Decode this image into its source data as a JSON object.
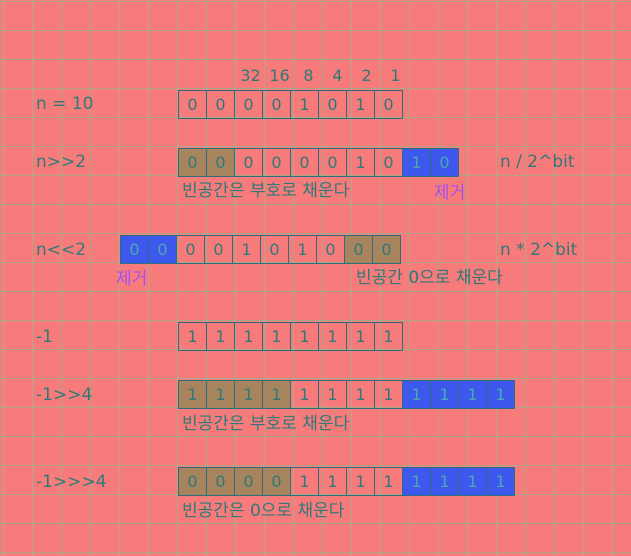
{
  "header_weights": [
    "32",
    "16",
    "8",
    "4",
    "2",
    "1"
  ],
  "rows": [
    {
      "label": "n = 10",
      "cells": [
        "0",
        "0",
        "0",
        "0",
        "1",
        "0",
        "1",
        "0"
      ]
    },
    {
      "label": "n>>2",
      "cells": [
        "0",
        "0",
        "0",
        "0",
        "0",
        "0",
        "1",
        "0",
        "1",
        "0"
      ]
    },
    {
      "label": "n<<2",
      "cells": [
        "0",
        "0",
        "0",
        "0",
        "1",
        "0",
        "1",
        "0",
        "0",
        "0"
      ]
    },
    {
      "label": "-1",
      "cells": [
        "1",
        "1",
        "1",
        "1",
        "1",
        "1",
        "1",
        "1"
      ]
    },
    {
      "label": "-1>>4",
      "cells": [
        "1",
        "1",
        "1",
        "1",
        "1",
        "1",
        "1",
        "1",
        "1",
        "1",
        "1",
        "1"
      ]
    },
    {
      "label": "-1>>>4",
      "cells": [
        "0",
        "0",
        "0",
        "0",
        "1",
        "1",
        "1",
        "1",
        "1",
        "1",
        "1",
        "1"
      ]
    }
  ],
  "notes": {
    "shr_formula": "n / 2^bit",
    "shl_formula": "n * 2^bit",
    "fill_sign": "빈공간은 부호로 채운다",
    "removed": "제거",
    "fill_zero_shl": "빈공간 0으로 채운다",
    "fill_sign_2": "빈공간은 부호로 채운다",
    "fill_zero_ushr": "빈공간은 0으로 채운다"
  },
  "colors": {
    "background": "#f77b7b",
    "grid": "#78c896",
    "text": "#2d7a78",
    "fill_highlight": "#a8845e",
    "removed_highlight": "#3e58ee",
    "removed_label": "#a64ff0"
  }
}
